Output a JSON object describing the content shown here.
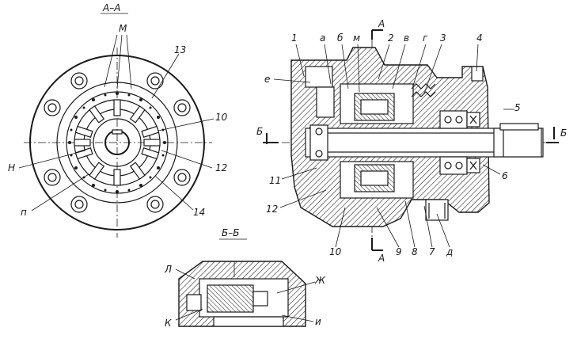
{
  "views": {
    "section_aa": {
      "title": "А–А",
      "labels": {
        "m": "М",
        "n13": "13",
        "n10": "10",
        "n12": "12",
        "n14": "14",
        "h": "Н",
        "p": "п"
      }
    },
    "main_section": {
      "labels": {
        "n1": "1",
        "a": "а",
        "b": "б",
        "m": "м",
        "n2": "2",
        "v": "в",
        "g": "г",
        "n3": "3",
        "n4": "4",
        "e": "е",
        "n5": "5",
        "n6": "6",
        "n11": "11",
        "n12": "12",
        "n10": "10",
        "n9": "9",
        "n8": "8",
        "n7": "7",
        "d": "д"
      },
      "section_marks": {
        "a_top": "А",
        "a_bottom": "А",
        "b_left": "Б",
        "b_right": "Б"
      }
    },
    "section_bb": {
      "title": "Б–Б",
      "labels": {
        "l": "Л",
        "zh": "Ж",
        "k": "К",
        "i": "и"
      }
    }
  },
  "colors": {
    "ink": "#1a1a1a",
    "paper": "#ffffff"
  }
}
